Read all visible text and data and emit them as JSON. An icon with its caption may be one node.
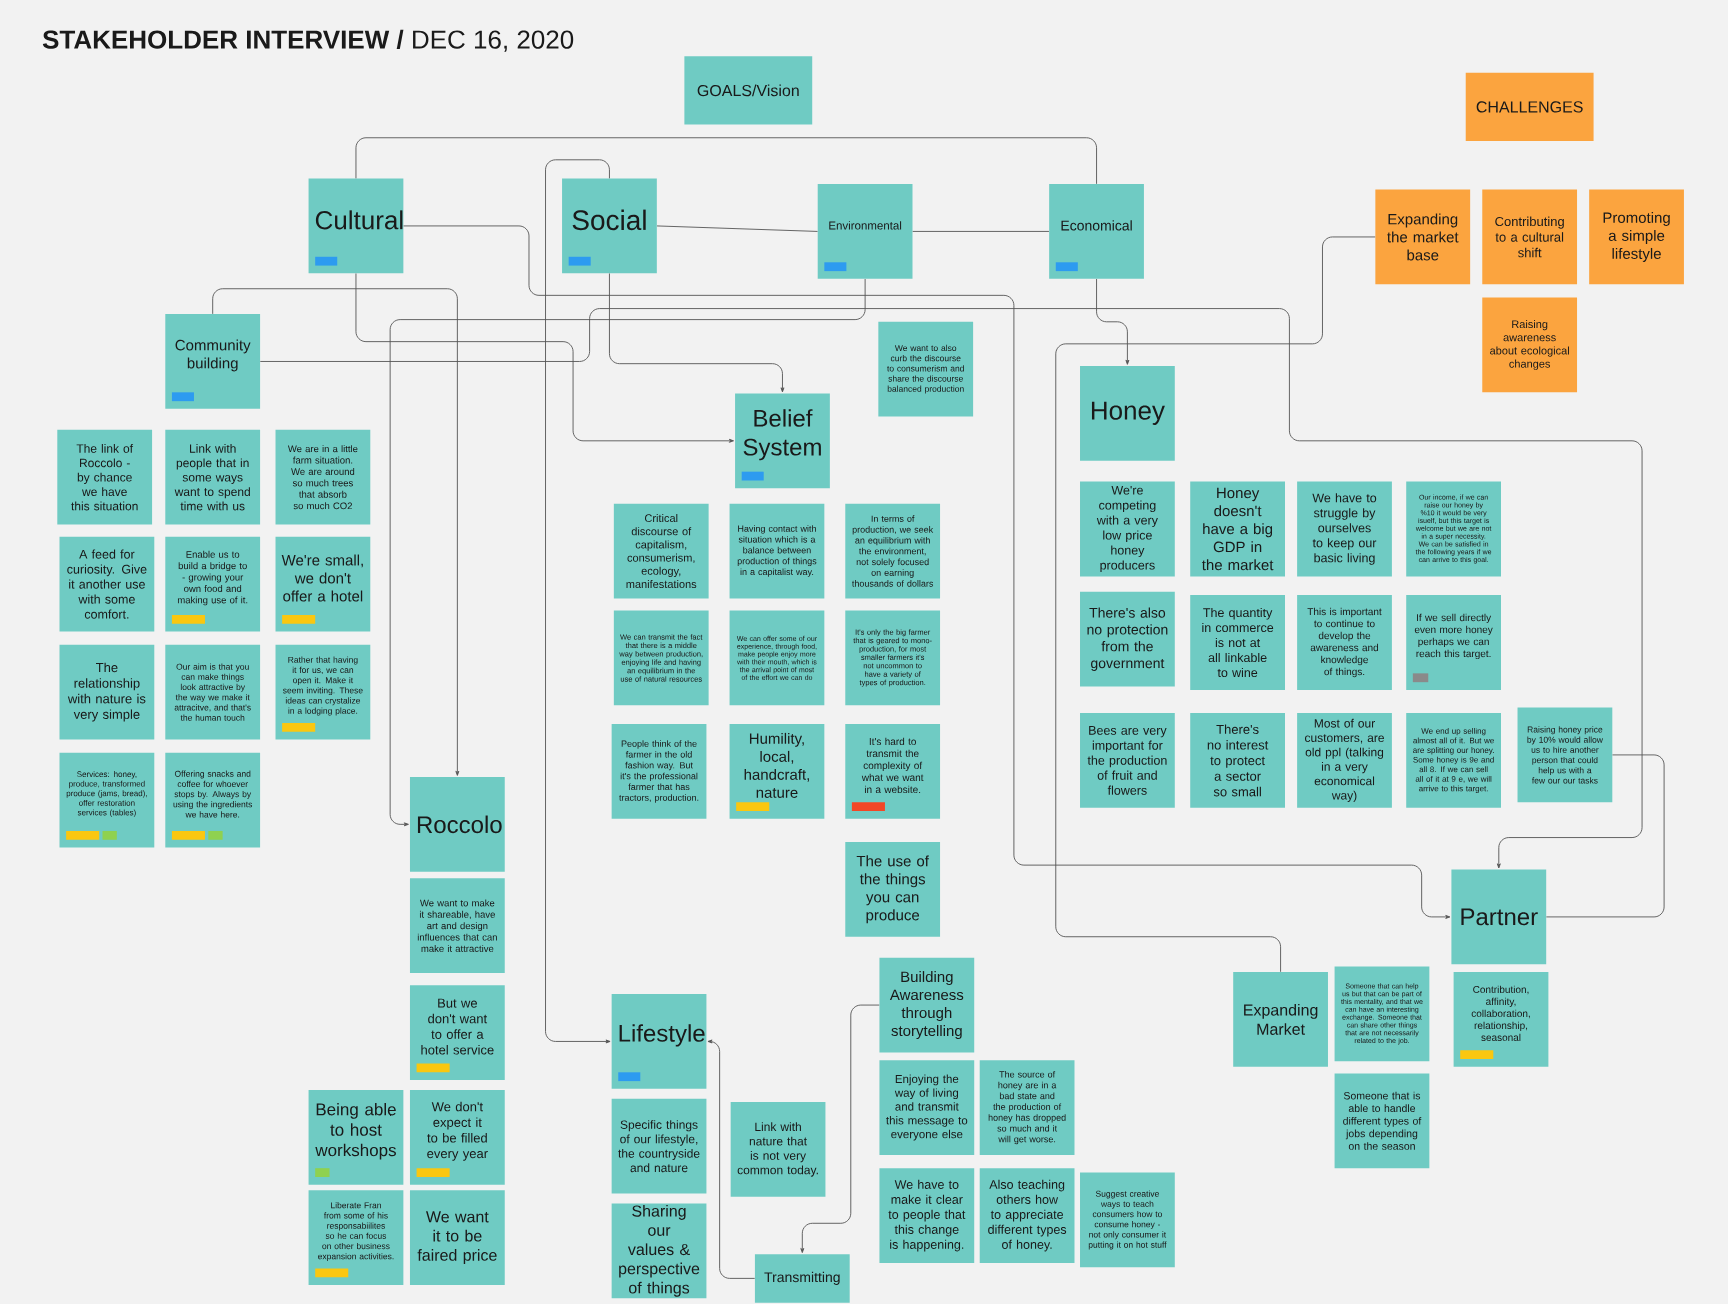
{
  "diagram": {
    "title": "**STAKEHOLDER INTERVIEW /** DEC 16, 2020",
    "nodes": [
      {
        "text": [
          "GOALS/Vision"
        ]
      },
      {
        "text": [
          "CHALLENGES"
        ]
      },
      {
        "text": [
          "Cultural"
        ]
      },
      {
        "text": [
          "Social"
        ]
      },
      {
        "text": [
          "Environmental"
        ]
      },
      {
        "text": [
          "Economical"
        ]
      },
      {
        "text": [
          "Expanding the market base"
        ]
      },
      {
        "text": [
          "Contributing to a cultural shift"
        ]
      },
      {
        "text": [
          "Promoting a simple lifestyle"
        ]
      },
      {
        "text": [
          "Raising awareness about ecological changes"
        ]
      },
      {
        "text": [
          "Community building"
        ]
      },
      {
        "text": [
          "Honey"
        ]
      },
      {
        "text": [
          "We want to also curb the discourse to consumerism and share the discourse balanced production"
        ]
      },
      {
        "text": [
          "Belief System"
        ]
      },
      {
        "text": [
          "The link of Roccolo - by chance we have this situation"
        ]
      },
      {
        "text": [
          "Link with people that in some ways want to spend time with us"
        ]
      },
      {
        "text": [
          "We are in a little farm situation. We are around so much trees that absorb so much CO2"
        ]
      },
      {
        "text": [
          "A feed for curiosity. Give it another use with some comfort."
        ]
      },
      {
        "text": [
          "Enable us to build a bridge to - growing your own food and making use of it."
        ]
      },
      {
        "text": [
          "We're small, we don't offer a hotel"
        ]
      },
      {
        "text": [
          "The relationship with nature is very simple"
        ]
      },
      {
        "text": [
          "Our aim is that you can make things look attractive by the way we make it attracitve, and that's the human touch"
        ]
      },
      {
        "text": [
          "Rather that having it for us, we can open it. Make it seem inviting. These ideas can crystalize in a lodging place."
        ]
      },
      {
        "text": [
          "Services: honey, produce, transformed produce (jams, bread), offer restoration services (tables)"
        ]
      },
      {
        "text": [
          "Offering snacks and coffee for whoever stops by. Always by using the ingredients we have here."
        ]
      },
      {
        "text": [
          "Critical discourse of capitalism, consumerism, ecology, manifestations"
        ]
      },
      {
        "text": [
          "Having contact with situation which is a balance between production of things in a capitalist way."
        ]
      },
      {
        "text": [
          "In terms of production, we seek an equilibrium with the environment, not solely focused on earning thousands of dollars"
        ]
      },
      {
        "text": [
          "We can transmit the fact that there is a middle way between production, enjoying life and having an equilibrium in the use of natural resources"
        ]
      },
      {
        "text": [
          "We can offer some of our experience, through food, make people enjoy more with their mouth, which is the arrival point of most of the effort we can do"
        ]
      },
      {
        "text": [
          "It's only the big farmer that is geared to mono-production, for most smaller farmers it's not uncommon to have a variety of types of production."
        ]
      },
      {
        "text": [
          "People think of the farmer in the old fashion way. But it's the professional farmer that has tractors, production."
        ]
      },
      {
        "text": [
          "Humility, local, handcraft, nature"
        ]
      },
      {
        "text": [
          "It's hard to transmit the complexity of what we want in a website."
        ]
      },
      {
        "text": [
          "The use of the things you can produce"
        ]
      },
      {
        "text": [
          "We're competing with a very low price honey producers"
        ]
      },
      {
        "text": [
          "Honey doesn't have a big GDP in the market"
        ]
      },
      {
        "text": [
          "We have to struggle by ourselves to keep our basic living"
        ]
      },
      {
        "text": [
          "Our income, if we can raise our honey by %10 it would be very isuelf, but this target is welcome but we are not in a super necessity. We can be satisfied in the following years if we can arrive to this goal."
        ]
      },
      {
        "text": [
          "There's also no protection from the government"
        ]
      },
      {
        "text": [
          "The quantity in commerce is not at all linkable to wine"
        ]
      },
      {
        "text": [
          "This is important to continue to develop the awareness and knowledge of things."
        ]
      },
      {
        "text": [
          "If we sell directly even more honey perhaps we can reach this target."
        ]
      },
      {
        "text": [
          "Bees are very important for the production of fruit and flowers"
        ]
      },
      {
        "text": [
          "There's no interest to protect a sector so small"
        ]
      },
      {
        "text": [
          "Most of our customers, are old ppl (talking in a very economical way)"
        ]
      },
      {
        "text": [
          "We end up selling almost all of it. But we are splitting our honey. Some honey is 9e and all 8. If we can sell all of it at 9 e, we will arrive to this target."
        ]
      },
      {
        "text": [
          "Raising honey price by 10% would allow us to hire another person that could help us with a few our our tasks"
        ]
      },
      {
        "text": [
          "Roccolo"
        ]
      },
      {
        "text": [
          "We want to make it shareable, have art and design influences that can make it attractive"
        ]
      },
      {
        "text": [
          "But we don't want to offer a hotel service"
        ]
      },
      {
        "text": [
          "Being able to host workshops"
        ]
      },
      {
        "text": [
          "We don't expect it to be filled every year"
        ]
      },
      {
        "text": [
          "Liberate Fran from some of his responsabiilites so he can focus on other business expansion activities."
        ]
      },
      {
        "text": [
          "We want it to be faired price"
        ]
      },
      {
        "text": [
          "Lifestyle"
        ]
      },
      {
        "text": [
          "Specific things of our lifestyle, the countryside and nature"
        ]
      },
      {
        "text": [
          "Link with nature that is not very common today."
        ]
      },
      {
        "text": [
          "Sharing our values & perspective of things"
        ]
      },
      {
        "text": [
          "Transmitting"
        ]
      },
      {
        "text": [
          "Building Awareness through storytelling"
        ]
      },
      {
        "text": [
          "Enjoying the way of living and transmit this message to everyone else"
        ]
      },
      {
        "text": [
          "The source of honey are in a bad state and the production of honey has dropped so much and it will get worse."
        ]
      },
      {
        "text": [
          "We have to make it clear to people that this change is happening."
        ]
      },
      {
        "text": [
          "Also teaching others how to appreciate different types of honey."
        ]
      },
      {
        "text": [
          "Suggest creative ways to teach consumers how to consume honey - not only consumer it putting it on hot stuff"
        ]
      },
      {
        "text": [
          "Partner"
        ]
      },
      {
        "text": [
          "Expanding Market"
        ]
      },
      {
        "text": [
          "Someone that can help us but that can be part of this mentality, and that we can have an interesting exchange. Someone that can share other things that are not necessarily related to the job."
        ]
      },
      {
        "text": [
          "Contribution, affinity, collaboration, relationship, seasonal"
        ]
      },
      {
        "text": [
          "Someone that is able to handle different types of jobs depending on the season"
        ]
      }
    ],
    "edges": [
      {
        "from": 2,
        "to": 5,
        "arrow": "none"
      },
      {
        "from": 2,
        "to": 13,
        "arrow": "to"
      },
      {
        "from": 2,
        "to": 66,
        "arrow": "to"
      },
      {
        "from": 3,
        "to": 13,
        "arrow": "to"
      },
      {
        "from": 3,
        "to": 4,
        "arrow": "none"
      },
      {
        "from": 4,
        "to": 5,
        "arrow": "none"
      },
      {
        "from": 5,
        "to": 11,
        "arrow": "to"
      },
      {
        "from": 10,
        "to": 66,
        "arrow": "to"
      },
      {
        "from": 4,
        "to": 48,
        "arrow": "to"
      },
      {
        "from": 10,
        "to": 48,
        "arrow": "to"
      },
      {
        "from": 3,
        "to": 55,
        "arrow": "to"
      },
      {
        "from": 60,
        "to": 59,
        "arrow": "to"
      },
      {
        "from": 59,
        "to": 55,
        "arrow": "to"
      },
      {
        "from": 66,
        "to": 47,
        "arrow": "none"
      },
      {
        "from": 67,
        "to": 6,
        "arrow": "none"
      }
    ]
  }
}
